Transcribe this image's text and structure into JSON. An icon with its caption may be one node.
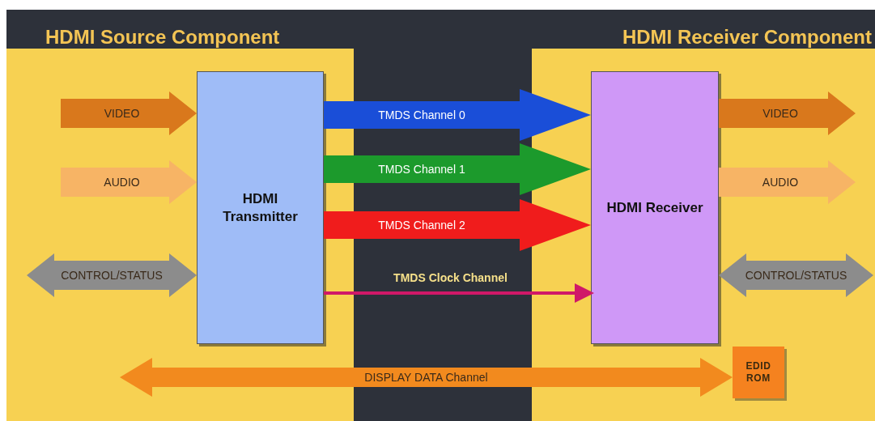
{
  "diagram": {
    "nodes": [
      {
        "text": [
          "HDMI Source Component"
        ]
      },
      {
        "text": [
          "HDMI Receiver Component"
        ]
      },
      {
        "text": [
          "HDMI Transmitter"
        ],
        "in": 0
      },
      {
        "text": [
          "HDMI Receiver"
        ],
        "in": 1
      },
      {
        "text": [
          "EDID ROM"
        ],
        "in": 1
      }
    ],
    "edges": [
      {
        "from": null,
        "to": 2,
        "arrow": "to",
        "label": "VIDEO",
        "style": "thick",
        "color": "#d9781c"
      },
      {
        "from": null,
        "to": 2,
        "arrow": "to",
        "label": "AUDIO",
        "style": "thick",
        "color": "#f7b465"
      },
      {
        "from": null,
        "to": 2,
        "arrow": "both",
        "label": "CONTROL/STATUS",
        "style": "thick",
        "color": "#8c8c8c"
      },
      {
        "from": 2,
        "to": 3,
        "arrow": "to",
        "label": "TMDS Channel 0",
        "style": "thick",
        "color": "#1a4ed8"
      },
      {
        "from": 2,
        "to": 3,
        "arrow": "to",
        "label": "TMDS Channel 1",
        "style": "thick",
        "color": "#1c9a2c"
      },
      {
        "from": 2,
        "to": 3,
        "arrow": "to",
        "label": "TMDS Channel 2",
        "style": "thick",
        "color": "#f01c1c"
      },
      {
        "from": 2,
        "to": 3,
        "arrow": "to",
        "label": "TMDS Clock Channel",
        "color": "#d01868"
      },
      {
        "from": 3,
        "to": null,
        "arrow": "to",
        "label": "VIDEO",
        "style": "thick",
        "color": "#d9781c"
      },
      {
        "from": 3,
        "to": null,
        "arrow": "to",
        "label": "AUDIO",
        "style": "thick",
        "color": "#f7b465"
      },
      {
        "from": 3,
        "to": null,
        "arrow": "both",
        "label": "CONTROL/STATUS",
        "style": "thick",
        "color": "#8c8c8c"
      },
      {
        "from": null,
        "to": 4,
        "arrow": "both",
        "label": "DISPLAY DATA Channel",
        "style": "thick",
        "color": "#f28a1e"
      }
    ]
  }
}
